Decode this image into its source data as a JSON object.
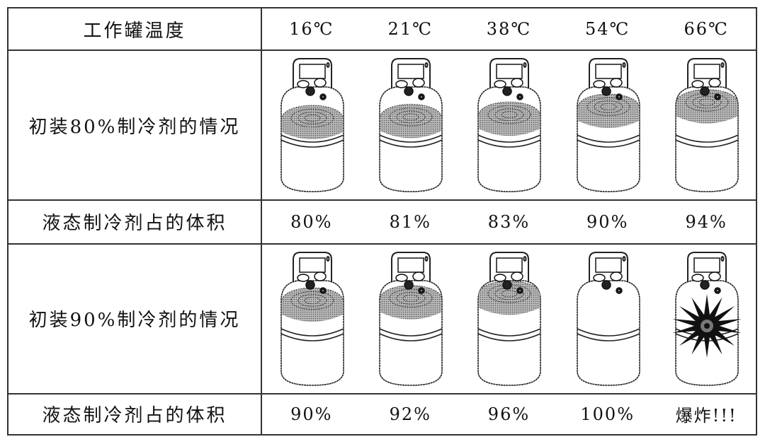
{
  "header": {
    "label": "工作罐温度",
    "temperatures": [
      "16℃",
      "21℃",
      "38℃",
      "54℃",
      "66℃"
    ]
  },
  "rows": [
    {
      "label": "初装80%制冷剂的情况",
      "volume_label": "液态制冷剂占的体积",
      "volumes": [
        "80%",
        "81%",
        "83%",
        "90%",
        "94%"
      ],
      "liquid_levels": [
        80,
        81,
        83,
        90,
        94
      ],
      "exploded": [
        false,
        false,
        false,
        false,
        false
      ]
    },
    {
      "label": "初装90%制冷剂的情况",
      "volume_label": "液态制冷剂占的体积",
      "volumes": [
        "90%",
        "92%",
        "96%",
        "100%",
        "爆炸!!!"
      ],
      "liquid_levels": [
        90,
        92,
        96,
        100,
        100
      ],
      "exploded": [
        false,
        false,
        false,
        false,
        true
      ]
    }
  ]
}
